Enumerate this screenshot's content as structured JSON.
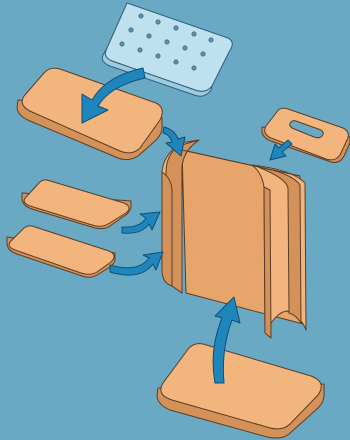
{
  "diagram": {
    "colors": {
      "background": "#6aa9c4",
      "wood_face": "#f2b57d",
      "wood_edge": "#d4925a",
      "wood_side_shade": "#e8a56b",
      "outline": "#5a3d26",
      "top_grille": "#bfe0ee",
      "grille_outline": "#2f5f79",
      "arrow": "#1f86bd",
      "arrow_outline": "#0f4f74"
    },
    "parts": [
      {
        "name": "perforated-top-grille",
        "kind": "panel",
        "features": [
          "ventilation-holes"
        ]
      },
      {
        "name": "top-board",
        "kind": "panel"
      },
      {
        "name": "handle-board",
        "kind": "panel",
        "features": [
          "handle-cutout"
        ]
      },
      {
        "name": "shelf-board-upper",
        "kind": "panel"
      },
      {
        "name": "shelf-board-lower",
        "kind": "panel"
      },
      {
        "name": "curved-body-shell",
        "kind": "frame"
      },
      {
        "name": "bottom-board",
        "kind": "panel"
      }
    ],
    "arrows": [
      {
        "from": "perforated-top-grille",
        "to": "top-board",
        "icon": "curved-arrow"
      },
      {
        "from": "top-board",
        "to": "curved-body-shell",
        "icon": "small-arrow"
      },
      {
        "from": "handle-board",
        "to": "curved-body-shell",
        "icon": "small-arrow"
      },
      {
        "from": "shelf-board-upper",
        "to": "curved-body-shell",
        "icon": "curved-arrow"
      },
      {
        "from": "shelf-board-lower",
        "to": "curved-body-shell",
        "icon": "curved-arrow"
      },
      {
        "from": "bottom-board",
        "to": "curved-body-shell",
        "icon": "curved-arrow"
      }
    ]
  }
}
